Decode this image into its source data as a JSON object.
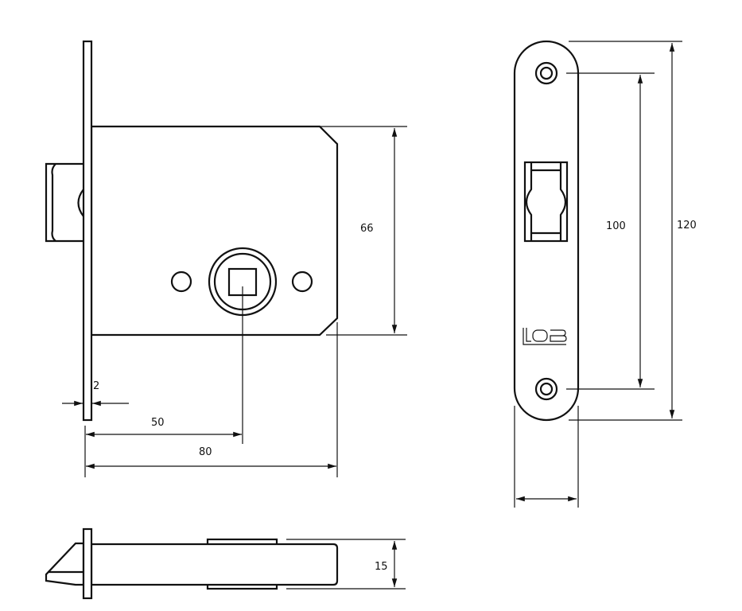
{
  "title": "Mortise lock technical drawing",
  "dimensions": {
    "body_height": "66",
    "faceplate_thickness": "2",
    "backset": "50",
    "body_depth": "80",
    "hole_spacing": "100",
    "faceplate_length": "120",
    "body_thickness": "15"
  },
  "logo": "LOB",
  "colors": {
    "line": "#111111",
    "background": "#ffffff"
  }
}
